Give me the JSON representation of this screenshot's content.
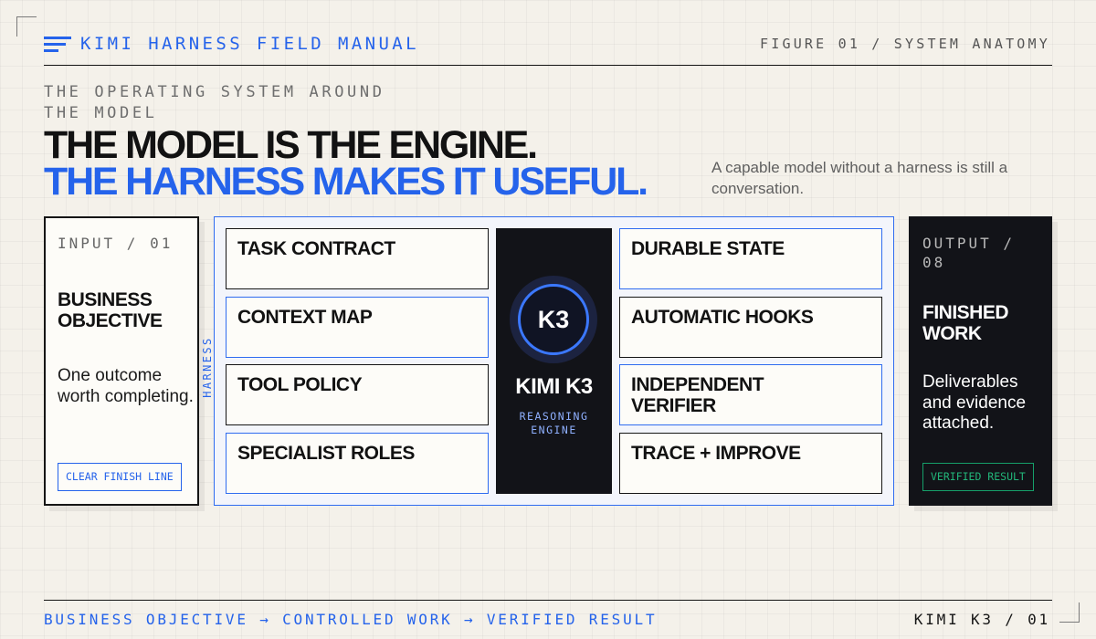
{
  "header": {
    "brand": "KIMI HARNESS FIELD MANUAL",
    "figure": "FIGURE 01 / SYSTEM ANATOMY"
  },
  "hero": {
    "eyebrow": "THE OPERATING SYSTEM AROUND THE MODEL",
    "headline_line1": "THE MODEL IS THE ENGINE.",
    "headline_line2": "THE HARNESS MAKES IT USEFUL.",
    "tagline": "A capable model without a harness is still a conversation."
  },
  "input_card": {
    "label": "INPUT / 01",
    "title": "BUSINESS OBJECTIVE",
    "description": "One outcome worth completing.",
    "badge": "CLEAR FINISH LINE"
  },
  "harness": {
    "label": "HARNESS",
    "left_modules": [
      {
        "label": "TASK CONTRACT"
      },
      {
        "label": "CONTEXT MAP"
      },
      {
        "label": "TOOL POLICY"
      },
      {
        "label": "SPECIALIST ROLES"
      }
    ],
    "right_modules": [
      {
        "label": "DURABLE STATE"
      },
      {
        "label": "AUTOMATIC HOOKS"
      },
      {
        "label": "INDEPENDENT VERIFIER"
      },
      {
        "label": "TRACE + IMPROVE"
      }
    ]
  },
  "engine": {
    "badge": "K3",
    "name": "KIMI K3",
    "subtitle": "REASONING ENGINE"
  },
  "output_card": {
    "label": "OUTPUT / 08",
    "title": "FINISHED WORK",
    "description": "Deliverables and evidence attached.",
    "badge": "VERIFIED RESULT"
  },
  "footer": {
    "flow": "BUSINESS OBJECTIVE → CONTROLLED WORK → VERIFIED RESULT",
    "page_id": "KIMI K3 / 01"
  },
  "colors": {
    "accent": "#2563eb",
    "ink": "#121212",
    "background": "#f4f1ea",
    "engine": "#121318",
    "verified": "#16a06a"
  }
}
